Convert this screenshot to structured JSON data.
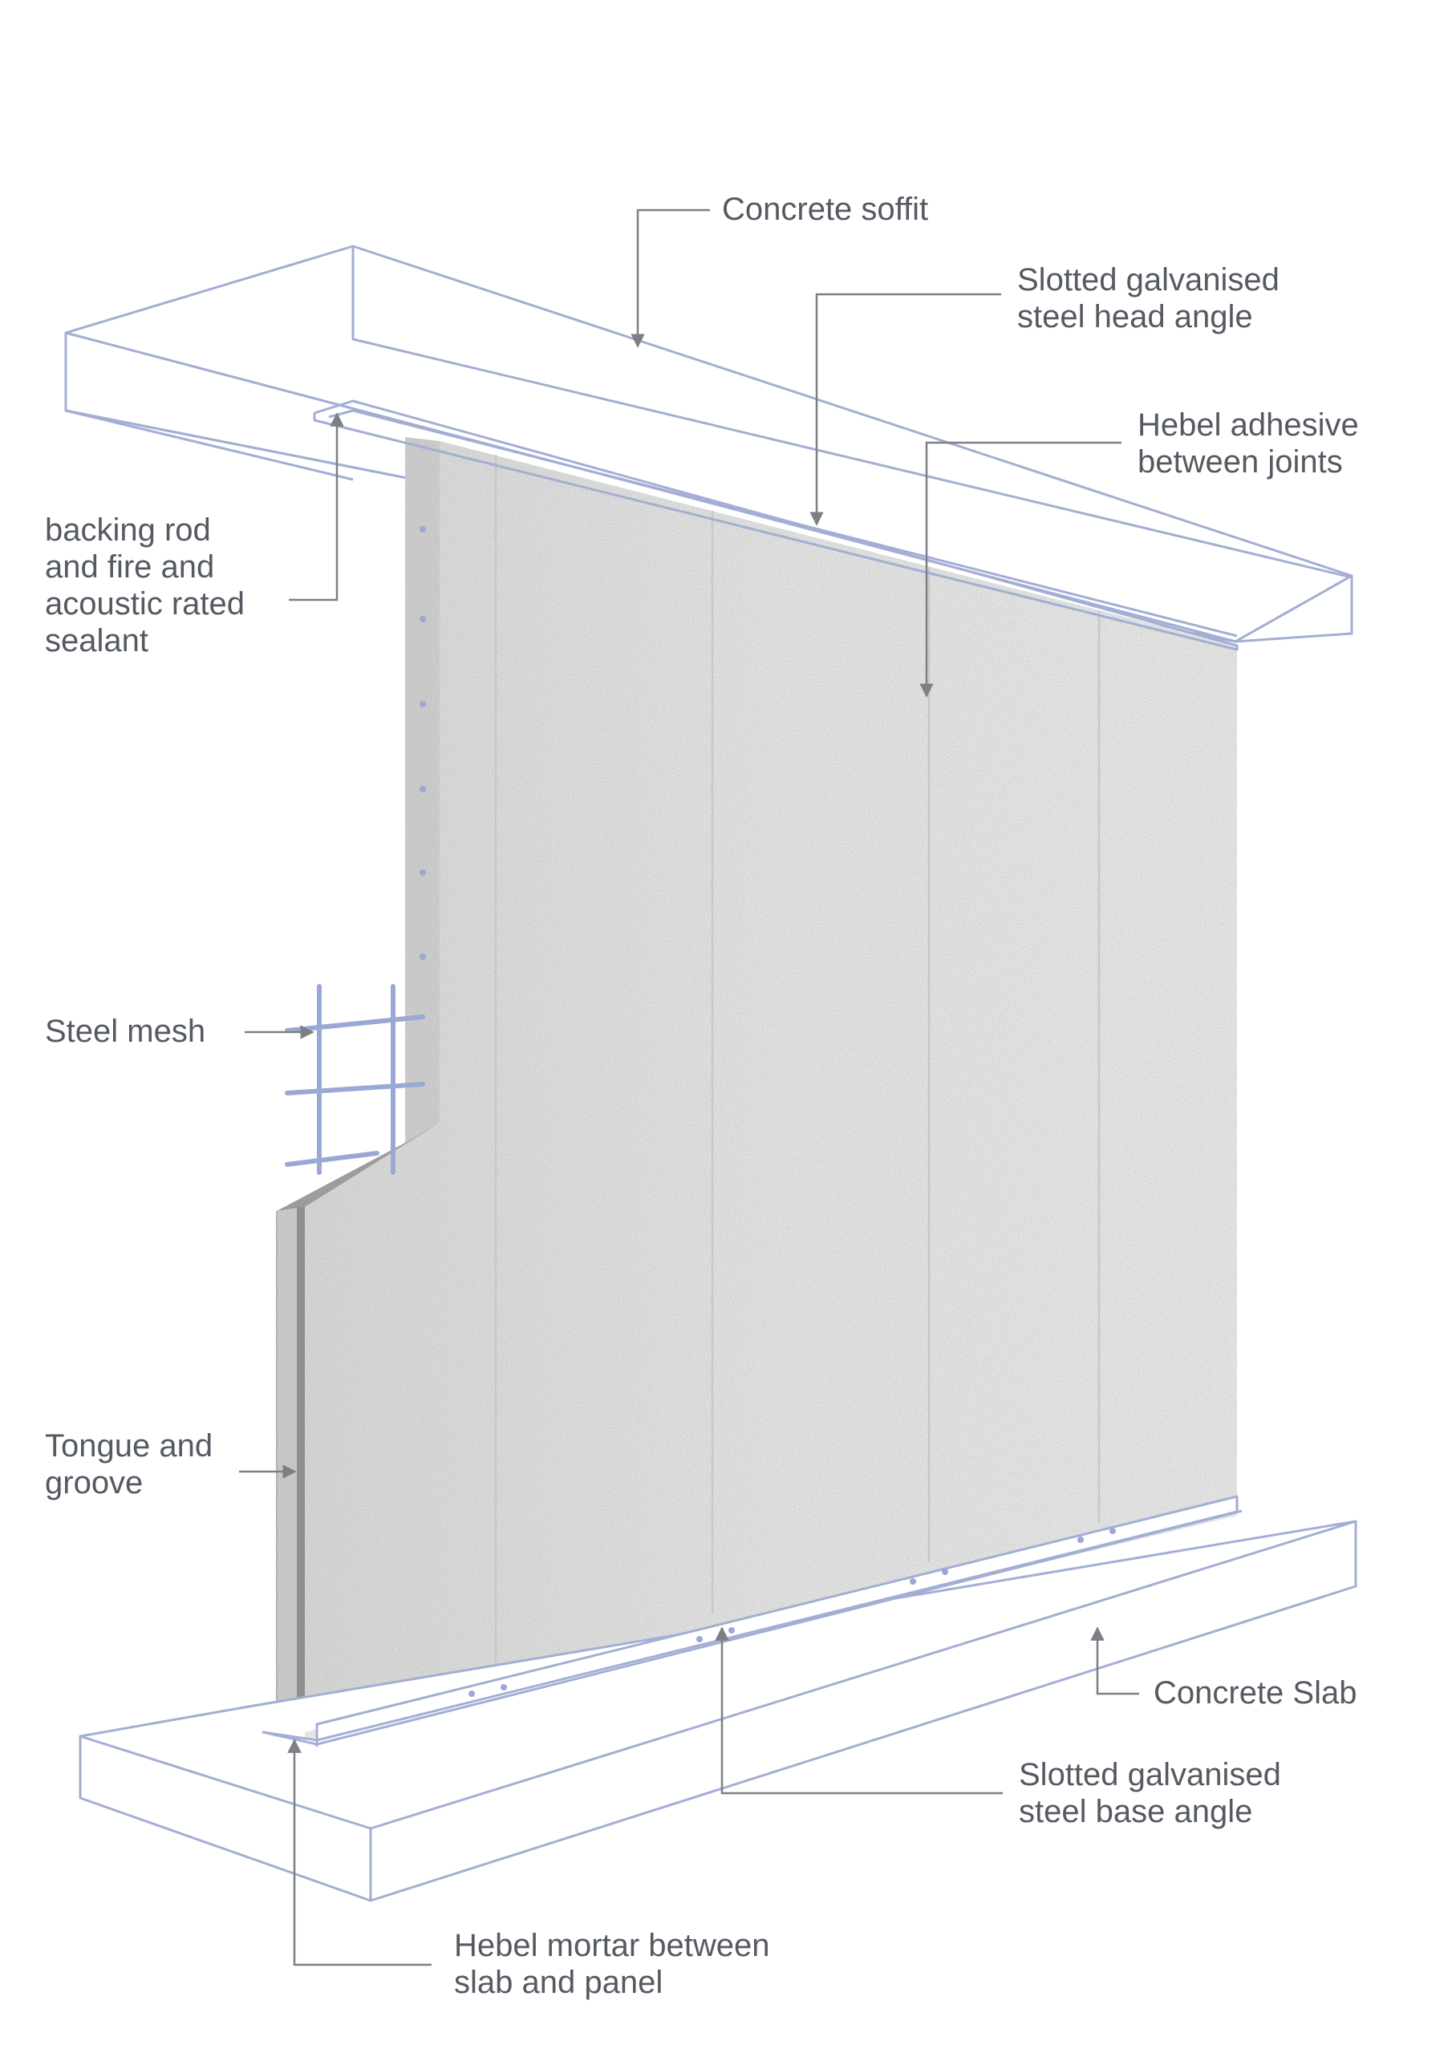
{
  "labels": {
    "concrete_soffit": [
      "Concrete soffit"
    ],
    "head_angle": [
      "Slotted galvanised",
      "steel head angle"
    ],
    "adhesive": [
      "Hebel adhesive",
      "between joints"
    ],
    "backing_rod": [
      "backing rod",
      "and fire and",
      "acoustic rated",
      "sealant"
    ],
    "steel_mesh": [
      "Steel mesh"
    ],
    "tongue_groove": [
      "Tongue and",
      "groove"
    ],
    "concrete_slab": [
      "Concrete Slab"
    ],
    "base_angle": [
      "Slotted galvanised",
      "steel base angle"
    ],
    "mortar": [
      "Hebel mortar between",
      "slab and panel"
    ]
  },
  "colors": {
    "outline": "#a3aed4",
    "leader": "#7d7f84",
    "text": "#555a62",
    "panel": "#e6e6e6",
    "panel_edge": "#a9a9a9",
    "mesh": "#9aa8d6"
  }
}
